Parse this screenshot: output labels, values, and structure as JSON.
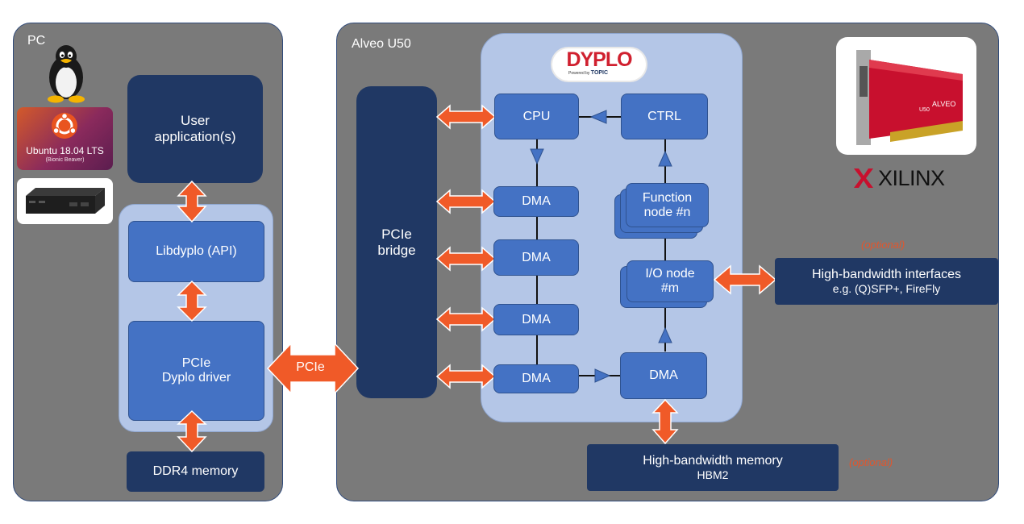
{
  "pc_panel": {
    "title": "PC"
  },
  "alveo_panel": {
    "title": "Alveo U50"
  },
  "os_badge": {
    "name": "Ubuntu 18.04 LTS",
    "codename": "(Bionic Beaver)"
  },
  "pc_blocks": {
    "user_app": "User application(s)",
    "libdyplo": "Libdyplo (API)",
    "driver_line1": "PCIe",
    "driver_line2": "Dyplo driver",
    "ddr4": "DDR4 memory"
  },
  "link_label": "PCIe",
  "pcie_bridge": {
    "line1": "PCIe",
    "line2": "bridge"
  },
  "dyplo_logo": {
    "text": "DYPLO",
    "powered_by": "Powered by",
    "brand": "TOPIC"
  },
  "fpga_blocks": {
    "cpu": "CPU",
    "ctrl": "CTRL",
    "dma": "DMA",
    "function_node_line1": "Function",
    "function_node_line2": "node #n",
    "io_node_line1": "I/O node",
    "io_node_line2": "#m"
  },
  "hb_interfaces": {
    "title": "High-bandwidth interfaces",
    "subtitle": "e.g. (Q)SFP+, FireFly",
    "optional": "(optional)"
  },
  "hb_memory": {
    "title": "High-bandwidth memory",
    "subtitle": "HBM2",
    "optional": "(optional)"
  },
  "xilinx_logo": {
    "text": "XILINX"
  },
  "colors": {
    "panel_gray": "#7a7a7a",
    "panel_border": "#2f4a7a",
    "light_blue": "#b4c6e7",
    "dark_navy": "#203864",
    "node_blue": "#4472c4",
    "arrow_orange": "#f05a28",
    "xilinx_red": "#c8102e"
  },
  "icons": [
    "linux-penguin-icon",
    "ubuntu-logo-icon",
    "mini-pc-icon",
    "alveo-card-icon",
    "xilinx-logo-icon"
  ]
}
